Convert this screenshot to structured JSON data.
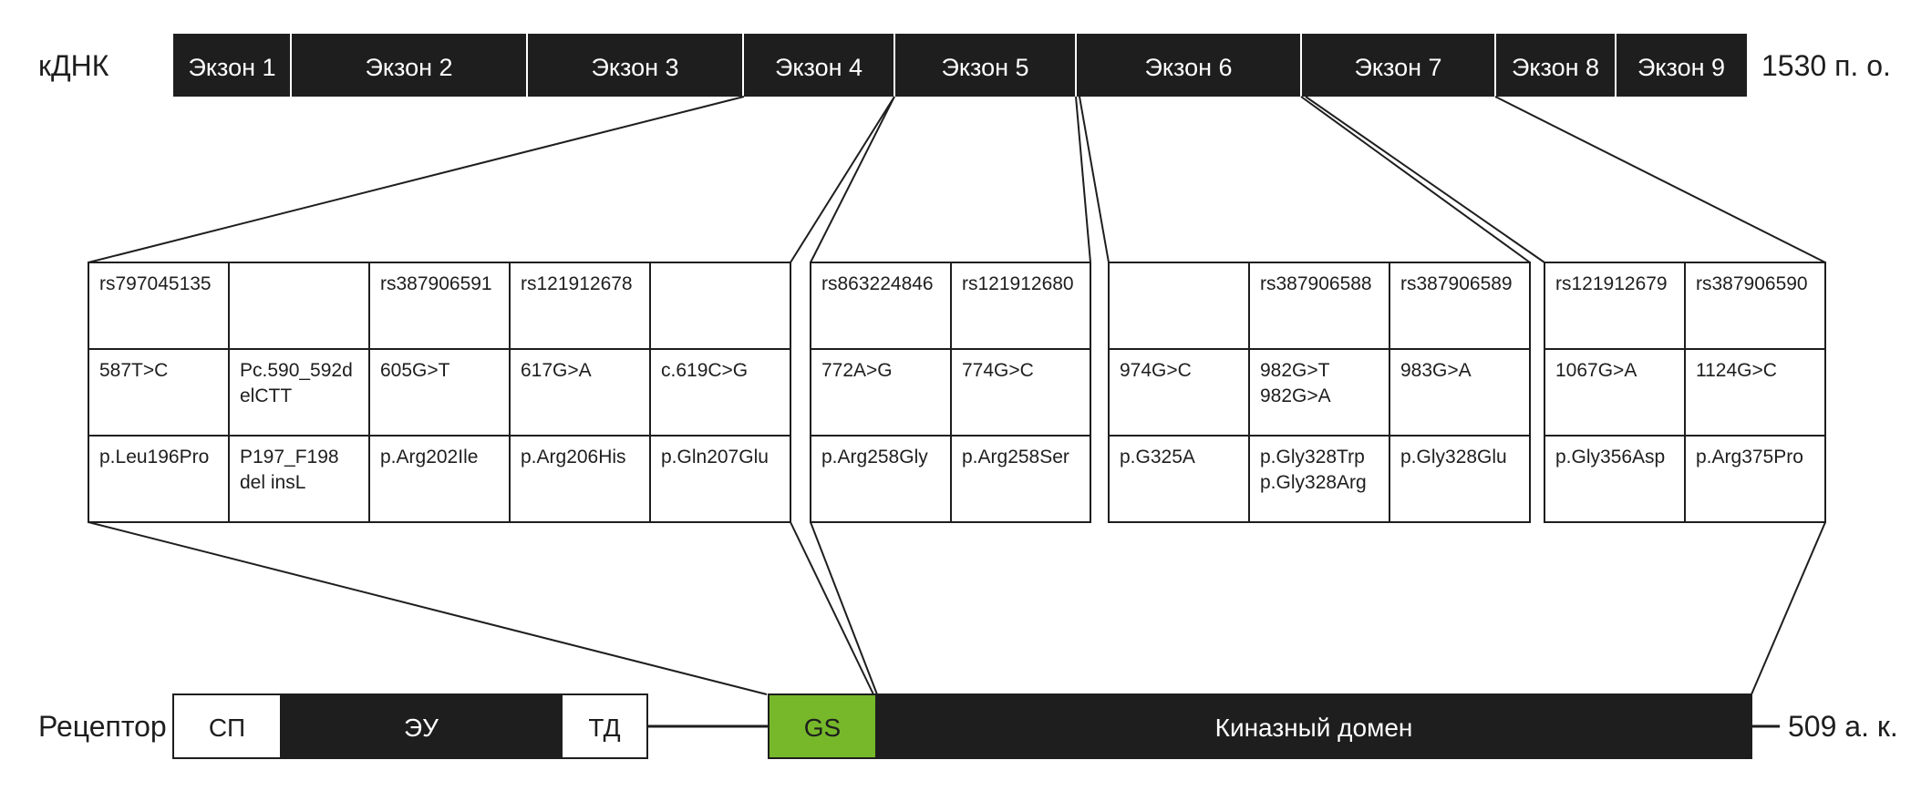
{
  "cdna": {
    "label": "кДНК",
    "length": "1530 п. о.",
    "exons": [
      "Экзон 1",
      "Экзон 2",
      "Экзон 3",
      "Экзон 4",
      "Экзон 5",
      "Экзон 6",
      "Экзон 7",
      "Экзон 8",
      "Экзон 9"
    ]
  },
  "variant_groups": [
    {
      "name": "exons-3-4",
      "columns": [
        {
          "rs": "rs797045135",
          "cdna": [
            "587T>C"
          ],
          "protein": [
            "p.Leu196Pro"
          ]
        },
        {
          "rs": "",
          "cdna": [
            "Pc.590_592d",
            "elCTT"
          ],
          "protein": [
            "P197_F198",
            "del insL"
          ]
        },
        {
          "rs": "rs387906591",
          "cdna": [
            "605G>T"
          ],
          "protein": [
            "p.Arg202Ile"
          ]
        },
        {
          "rs": "rs121912678",
          "cdna": [
            "617G>A"
          ],
          "protein": [
            "p.Arg206His"
          ]
        },
        {
          "rs": "",
          "cdna": [
            "c.619C>G"
          ],
          "protein": [
            "p.Gln207Glu"
          ]
        }
      ]
    },
    {
      "name": "exon-5",
      "columns": [
        {
          "rs": "rs863224846",
          "cdna": [
            "772A>G"
          ],
          "protein": [
            "p.Arg258Gly"
          ]
        },
        {
          "rs": "rs121912680",
          "cdna": [
            "774G>C"
          ],
          "protein": [
            "p.Arg258Ser"
          ]
        }
      ]
    },
    {
      "name": "exon-6",
      "columns": [
        {
          "rs": "",
          "cdna": [
            "974G>C"
          ],
          "protein": [
            "p.G325A"
          ]
        },
        {
          "rs": "rs387906588",
          "cdna": [
            "982G>T",
            "982G>A"
          ],
          "protein": [
            "p.Gly328Trp",
            "p.Gly328Arg"
          ]
        },
        {
          "rs": "rs387906589",
          "cdna": [
            "983G>A"
          ],
          "protein": [
            "p.Gly328Glu"
          ]
        }
      ]
    },
    {
      "name": "exons-7-8",
      "columns": [
        {
          "rs": "rs121912679",
          "cdna": [
            "1067G>A"
          ],
          "protein": [
            "p.Gly356Asp"
          ]
        },
        {
          "rs": "rs387906590",
          "cdna": [
            "1124G>C"
          ],
          "protein": [
            "p.Arg375Pro"
          ]
        }
      ]
    }
  ],
  "receptor": {
    "label": "Рецептор",
    "length": "509 а. к.",
    "domains": [
      {
        "name": "signal-peptide",
        "label": "СП",
        "style": "light"
      },
      {
        "name": "extracellular-domain",
        "label": "ЭУ",
        "style": "dark"
      },
      {
        "name": "transmembrane-domain",
        "label": "ТД",
        "style": "light"
      },
      {
        "name": "gs-domain",
        "label": "GS",
        "style": "green"
      },
      {
        "name": "kinase-domain",
        "label": "Киназный домен",
        "style": "dark"
      }
    ]
  },
  "colors": {
    "dark": "#1e1e1e",
    "green": "#76b82a",
    "white": "#ffffff",
    "line": "#1e1e1e"
  }
}
